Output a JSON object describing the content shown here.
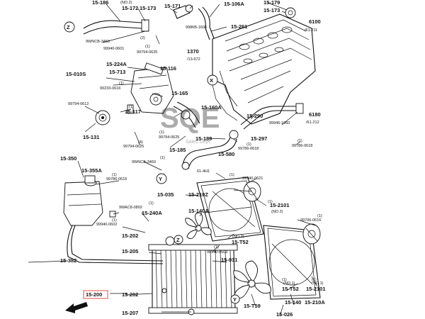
{
  "labels": {
    "p_15_186": "15-186",
    "p_no2_top": "(NO.2)",
    "p_15_172": "15-172",
    "p_15_173a": "15-173",
    "p_15_171": "15-171",
    "p_15_106a": "15-106A",
    "p_15_179": "15-179",
    "p_15_173b": "15-173",
    "p_6100": "6100",
    "p_61_211": "/61-211",
    "p_9986b": "9986B-1606",
    "p_15_261": "15-261",
    "p_swncb_3460a": "9WNCB-3460",
    "p_99940_0601": "99940-0601",
    "p_99794_0625a": "99794-0625",
    "p_1370": "1370",
    "p_13_672": "/13-672",
    "p_15_224a": "15-224A",
    "p_15_116": "15-116",
    "p_15_010s": "15-010S",
    "p_15_713": "15-713",
    "p_99233": "99233-0616",
    "p_15_165": "15-165",
    "p_99794_0612": "99794-0612",
    "p_15_117": "15-117",
    "p_15_160a": "15-160A",
    "p_15_290": "15-290",
    "p_6180": "6180",
    "p_61_212": "/61-212",
    "p_99946_1060": "99946-1060",
    "p_15_131": "15-131",
    "p_99794_0625b": "99794-0625",
    "p_15_189": "15-189",
    "p_15_297": "15-297",
    "p_99794_0625c": "99794-0625",
    "p_15_185": "15-185",
    "p_15_580": "15-580",
    "p_99786_0618a": "99786-0618",
    "p_99786_0618b": "99786-0618",
    "p_15_350": "15-350",
    "p_15_355a": "15-355A",
    "p_9wncb_3460b": "9WNCB-3460",
    "p_61_4h1": "61-4H1",
    "p_99940_0621": "99940-0621",
    "p_99786_0616": "99786-0616",
    "p_15_035": "15-035",
    "p_15_210z": "15-210Z",
    "p_15_2101_no2": "15-2101",
    "p_no2_fan": "(NO.2)",
    "p_9wac8": "9WAC8-0802",
    "p_15_240a": "15-240A",
    "p_15_140a": "15-140A",
    "p_99940_0602": "99940-0602",
    "p_99796_0616": "99796-0616",
    "p_15_202a": "15-202",
    "p_15_t52_no2": "15-T52",
    "p_no2_t52": "(NO.2)",
    "p_15_205": "15-205",
    "p_99940_0503": "99940-0503",
    "p_15_382": "15-382",
    "p_15_031": "15-031",
    "p_15_200": "15-200",
    "p_15_202b": "15-202",
    "p_15_t52_no1": "15-T52",
    "p_no1_t52": "(NO.1)",
    "p_15_2101_no1": "15-2101",
    "p_no1_mot": "(NO.1)",
    "p_15_140": "15-140",
    "p_15_210a": "15-210A",
    "p_15_207": "15-207",
    "p_15_t59": "15-T59",
    "p_15_026": "15-026",
    "c_x": "X",
    "c_y": "Y",
    "c_z": "Z",
    "watermark_logo": "SQE",
    "watermark_sub": "Sales Dept.",
    "qty_1": "(1)",
    "qty_2": "(2)",
    "qty_4": "(4)"
  }
}
